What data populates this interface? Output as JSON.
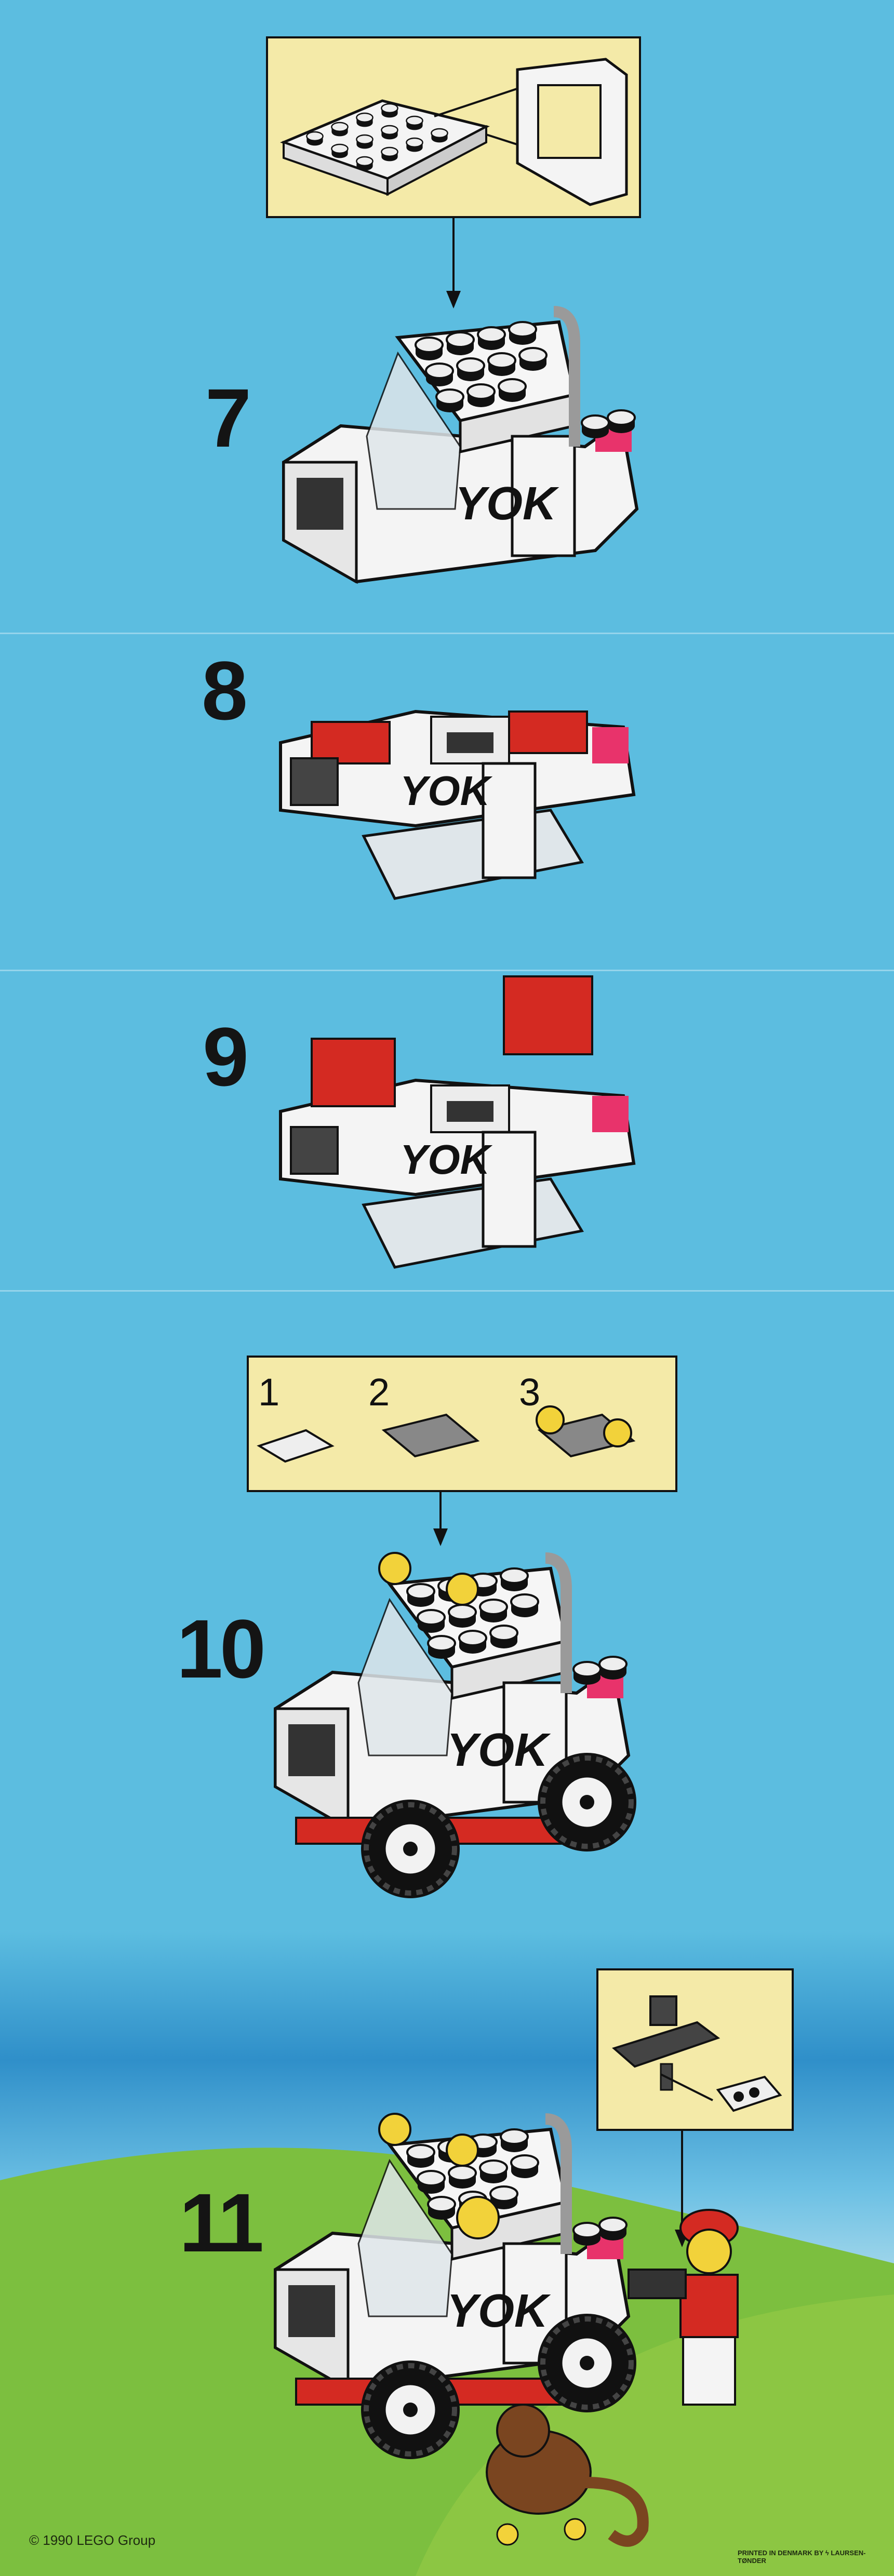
{
  "steps": [
    {
      "number": "7"
    },
    {
      "number": "8"
    },
    {
      "number": "9"
    },
    {
      "number": "10",
      "sub_steps": [
        "1",
        "2",
        "3"
      ]
    },
    {
      "number": "11"
    }
  ],
  "decal_text": "YOK",
  "footer": {
    "copyright": "© 1990 LEGO Group",
    "printed": "PRINTED IN DENMARK BY",
    "printer": "LAURSEN-TØNDER"
  },
  "colors": {
    "background_blue": "#5cbde0",
    "callout_yellow": "#f4eaa8",
    "grass_green": "#7cbf3f",
    "brick_red": "#d42a22",
    "brick_pink": "#e8336b",
    "light_yellow": "#f2d23a"
  }
}
